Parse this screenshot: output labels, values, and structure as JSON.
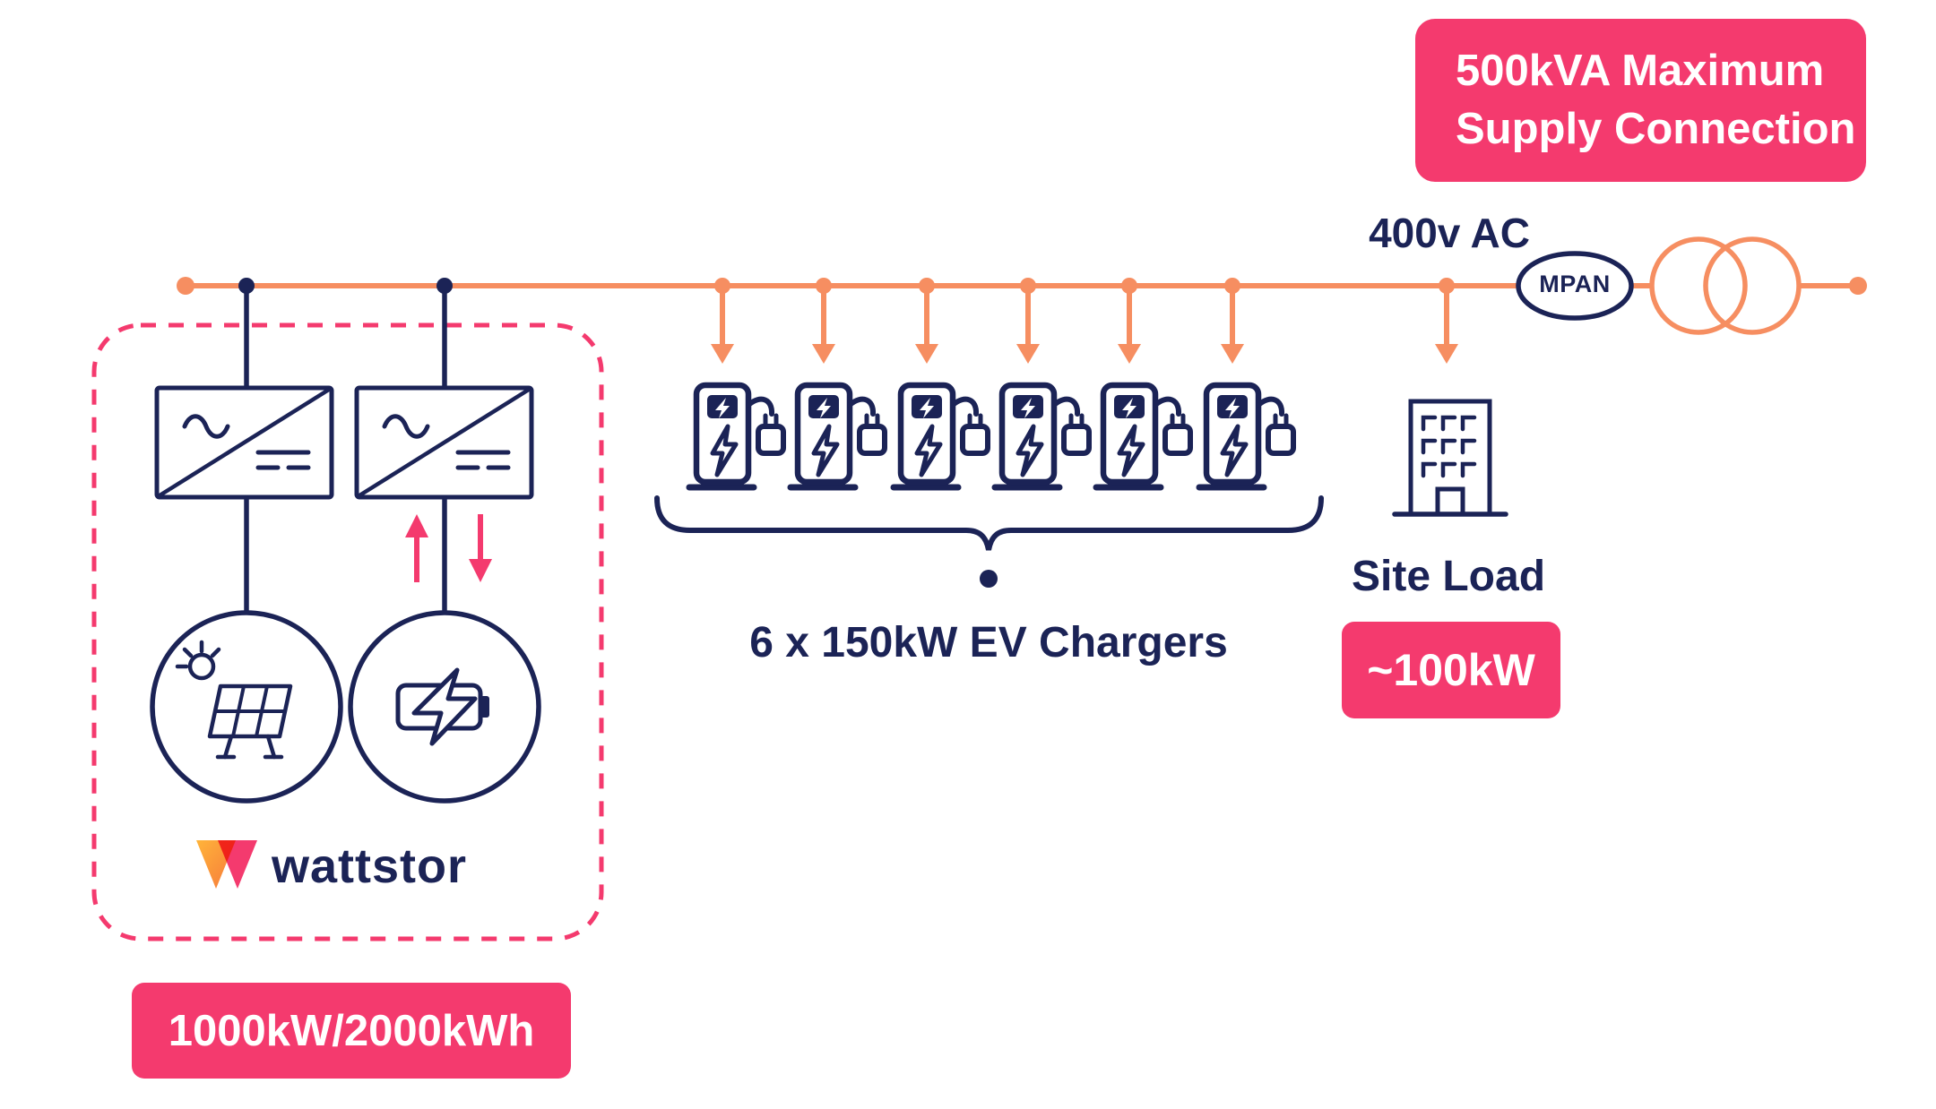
{
  "colors": {
    "pink": "#F43A6E",
    "orange": "#F68E61",
    "navy": "#1B2356",
    "bg": "#FFFFFF"
  },
  "supply_badge": {
    "line1": "500kVA Maximum",
    "line2": "Supply Connection"
  },
  "grid": {
    "voltage_label": "400v AC",
    "mpan_label": "MPAN"
  },
  "battery_system": {
    "brand": "wattstor",
    "capacity_badge": "1000kW/2000kWh"
  },
  "ev_chargers": {
    "label": "6 x 150kW EV Chargers",
    "count": 6
  },
  "site_load": {
    "label": "Site Load",
    "power_badge": "~100kW"
  },
  "icons": {
    "inverter": "inverter-icon",
    "solar": "solar-panel-icon",
    "battery": "battery-icon",
    "ev_charger": "ev-charger-icon",
    "building": "building-icon",
    "transformer": "transformer-icon",
    "mpan": "mpan-node",
    "charge_arrow": "arrow-up-icon",
    "discharge_arrow": "arrow-down-icon",
    "brand_mark": "wattstor-logo-icon"
  }
}
